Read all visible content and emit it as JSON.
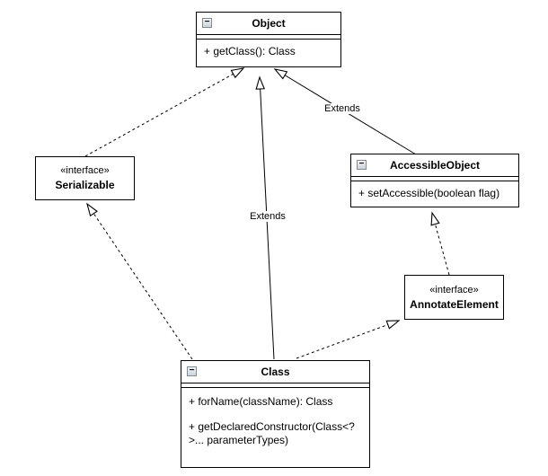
{
  "classes": {
    "object": {
      "name": "Object",
      "methods": [
        "+ getClass(): Class"
      ]
    },
    "serializable": {
      "stereotype": "«interface»",
      "name": "Serializable"
    },
    "accessibleObject": {
      "name": "AccessibleObject",
      "methods": [
        "+ setAccessible(boolean flag)"
      ]
    },
    "annotateElement": {
      "stereotype": "«interface»",
      "name": "AnnotateElement"
    },
    "classClass": {
      "name": "Class",
      "methods": [
        "+ forName(className): Class",
        "+ getDeclaredConstructor(Class<?\n>... parameterTypes)"
      ]
    }
  },
  "edges": {
    "class_extends_object_label": "Extends",
    "accessibleobject_extends_object_label": "Extends"
  },
  "icons": {
    "collapse_glyph": "−"
  },
  "colors": {
    "line": "#000000",
    "background": "#ffffff",
    "box_fill": "#ffffff"
  }
}
